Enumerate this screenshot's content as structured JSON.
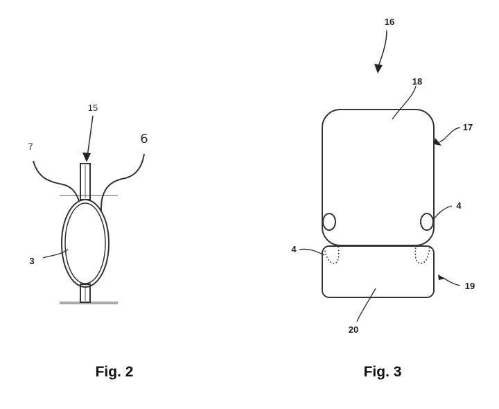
{
  "figures": [
    {
      "caption": "Fig. 2",
      "refs": {
        "top_pin": "15",
        "left_wire": "7",
        "right_wire": "6",
        "capsule": "3"
      }
    },
    {
      "caption": "Fig. 3",
      "refs": {
        "assembly": "16",
        "upper_block_interior": "18",
        "upper_block": "17",
        "right_bump": "4",
        "left_recess": "4",
        "lower_block": "19",
        "lower_block_interior": "20"
      }
    }
  ],
  "colors": {
    "line": "#333333",
    "background": "#ffffff"
  }
}
